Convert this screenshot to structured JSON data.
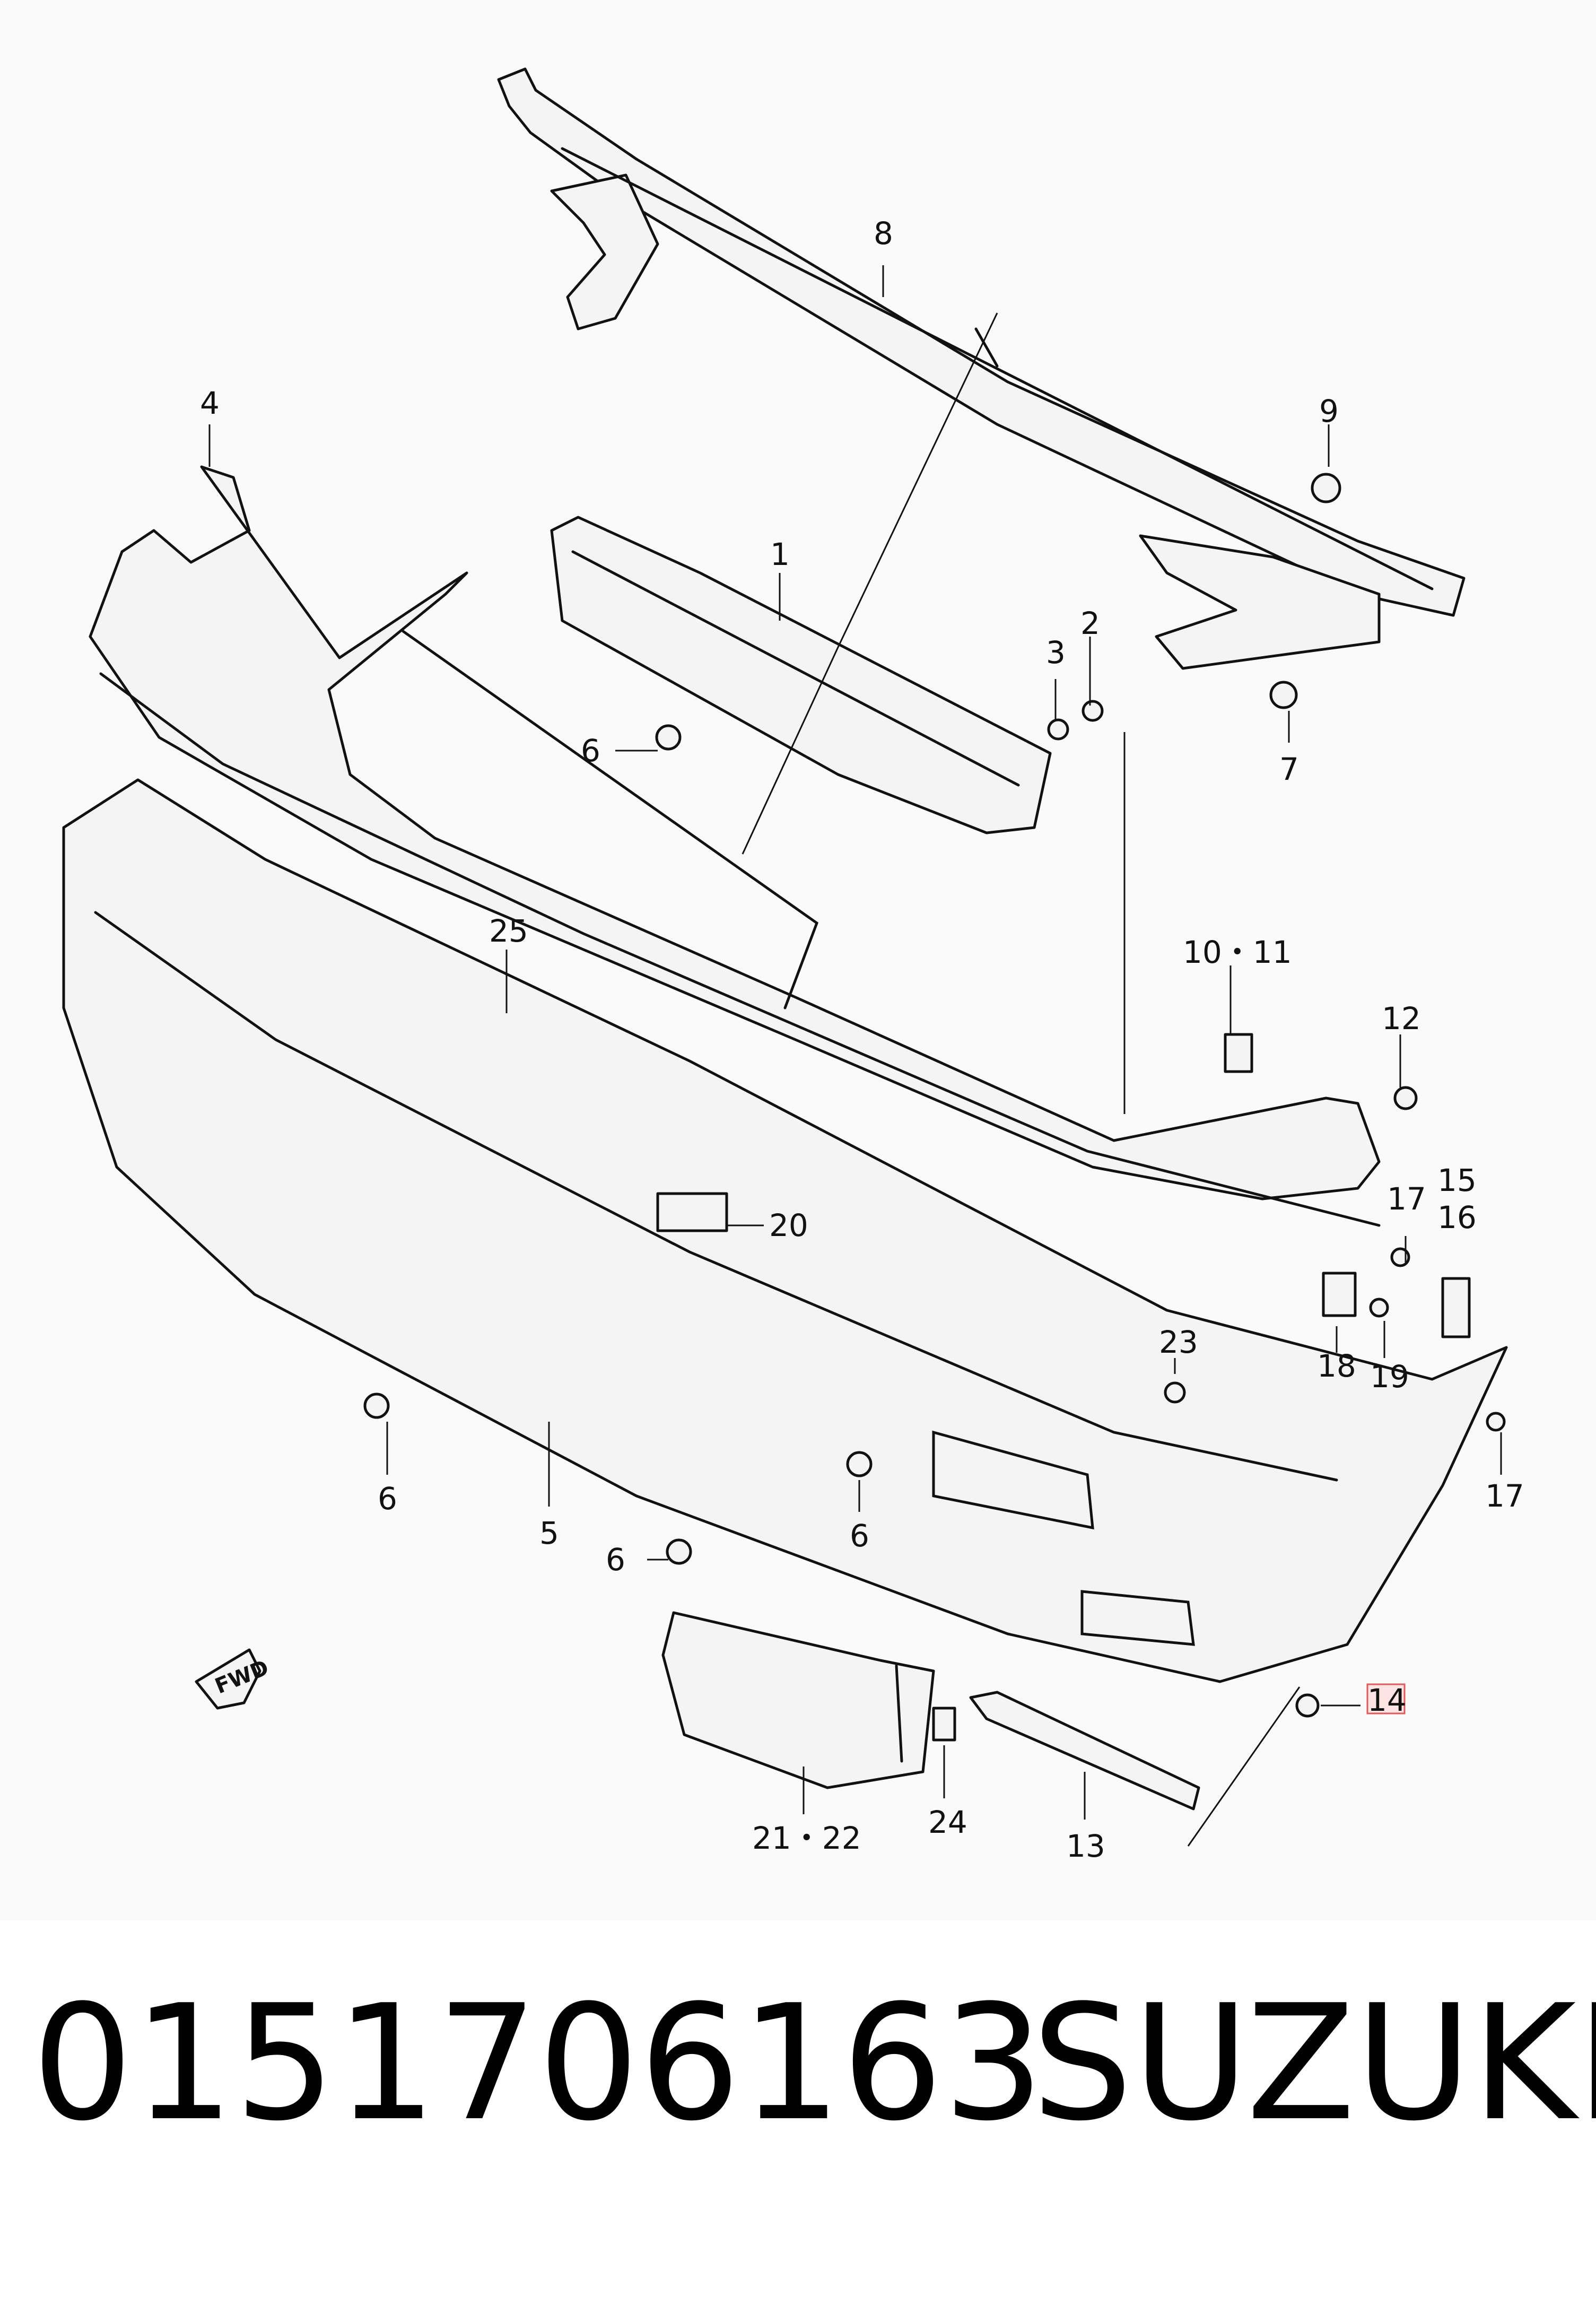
{
  "diagram": {
    "callouts": {
      "c1": "1",
      "c2": "2",
      "c3": "3",
      "c4": "4",
      "c5": "5",
      "c6a": "6",
      "c6b": "6",
      "c6c": "6",
      "c6d": "6",
      "c7": "7",
      "c8": "8",
      "c9": "9",
      "c1011": "10・11",
      "c12": "12",
      "c13": "13",
      "c14": "14",
      "c15": "15",
      "c16": "16",
      "c17a": "17",
      "c17b": "17",
      "c18": "18",
      "c19": "19",
      "c20": "20",
      "c2122": "21・22",
      "c23": "23",
      "c24": "24",
      "c25": "25"
    },
    "fwd_label": "FWD",
    "highlight_color": "#e05a5a"
  },
  "caption": {
    "part_number": "0151706163",
    "brand": "SUZUKI"
  }
}
